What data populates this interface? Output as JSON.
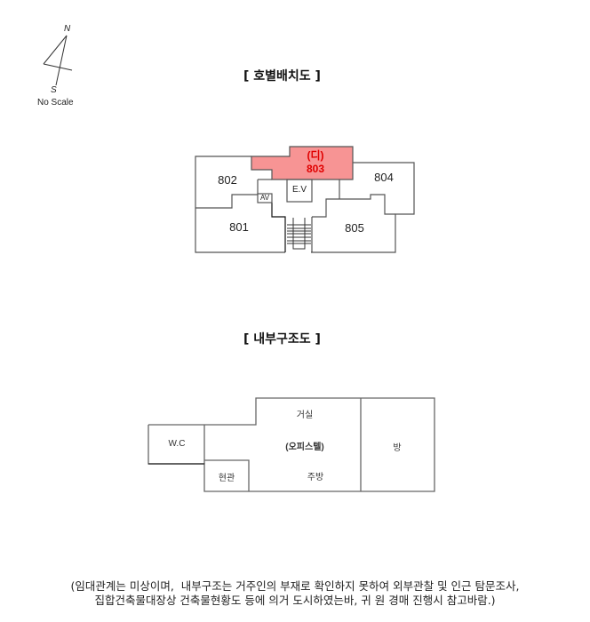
{
  "compass": {
    "north_label": "N",
    "south_label": "S",
    "scale_label": "No Scale"
  },
  "unit_layout": {
    "title": "[ 호별배치도 ]",
    "rooms": [
      {
        "id": "802",
        "label": "802"
      },
      {
        "id": "803",
        "label_top": "(디)",
        "label": "803",
        "highlight_color": "#f79494",
        "text_color": "#e00000"
      },
      {
        "id": "804",
        "label": "804"
      },
      {
        "id": "801",
        "label": "801"
      },
      {
        "id": "805",
        "label": "805"
      }
    ],
    "elevator_label": "E.V",
    "av_label": "AV",
    "stairs_icon": "stairs-icon"
  },
  "internal_layout": {
    "title": "[ 내부구조도 ]",
    "rooms": {
      "living": "거실",
      "type": "(오피스텔)",
      "kitchen": "주방",
      "bath": "W.C",
      "entrance": "현관",
      "room": "방"
    }
  },
  "footnote": {
    "line1": "(임대관계는 미상이며,  내부구조는 거주인의 부재로 확인하지 못하여 외부관찰 및 인근 탐문조사,",
    "line2": "집합건축물대장상 건축물현황도 등에 의거 도시하였는바, 귀 원 경매 진행시 참고바람.)"
  }
}
